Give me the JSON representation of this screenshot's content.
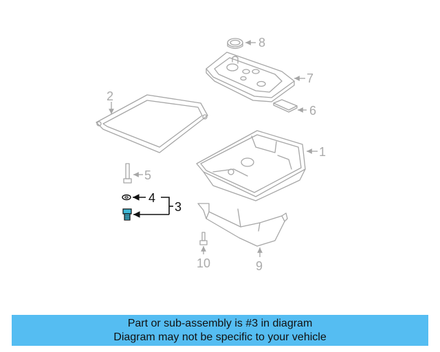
{
  "diagram": {
    "callouts": {
      "c1": "1",
      "c2": "2",
      "c3": "3",
      "c4": "4",
      "c5": "5",
      "c6": "6",
      "c7": "7",
      "c8": "8",
      "c9": "9",
      "c10": "10"
    },
    "highlighted_part": "3",
    "colors": {
      "highlight": "#3fb8d6",
      "part_line": "#a6a6a6",
      "banner": "#55bdf2"
    }
  },
  "banner": {
    "line1": "Part or sub-assembly is #3 in diagram",
    "line2": "Diagram may not be specific to your vehicle"
  }
}
